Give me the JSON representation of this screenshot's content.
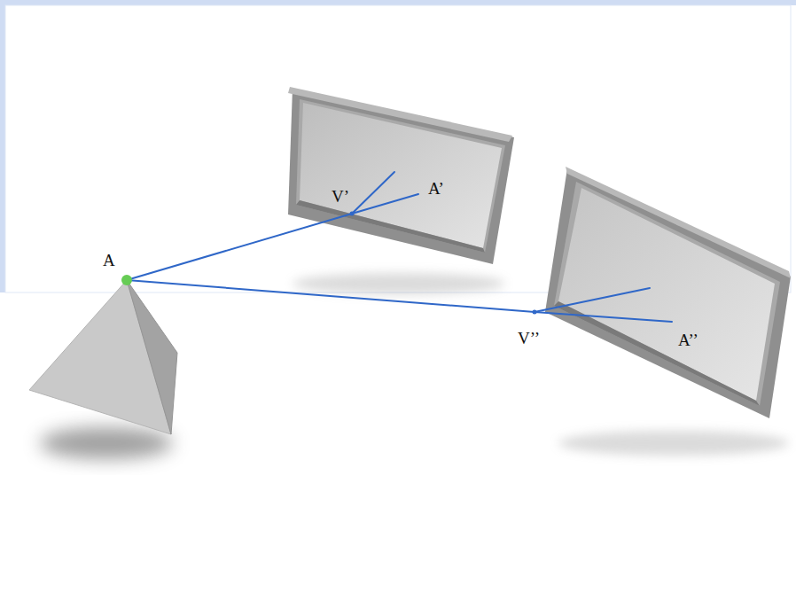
{
  "diagram": {
    "labels": [
      "A",
      "V’",
      "A’",
      "V’’",
      "A’’"
    ]
  }
}
